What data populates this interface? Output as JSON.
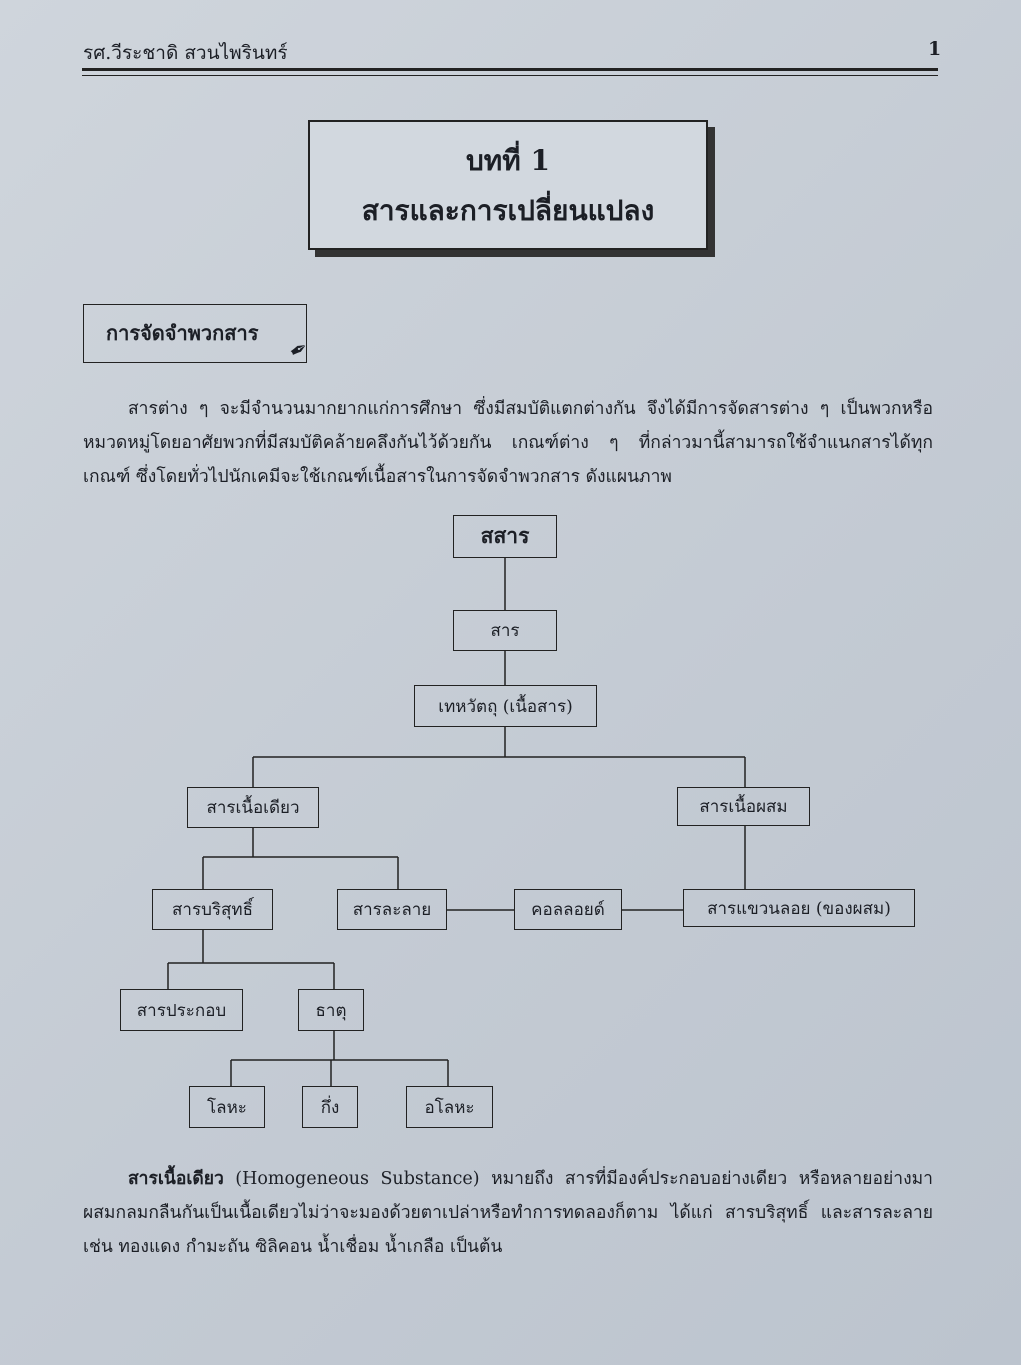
{
  "header": {
    "author": "รศ.วีระชาดิ   สวนไพรินทร์",
    "page_number": "1"
  },
  "chapter": {
    "number": "บทที่ 1",
    "title": "สารและการเปลี่ยนแปลง"
  },
  "section": {
    "title": "การจัดจำพวกสาร"
  },
  "paragraph1": "สารต่าง ๆ จะมีจำนวนมากยากแก่การศึกษา ซึ่งมีสมบัติแตกต่างกัน จึงได้มีการจัดสารต่าง ๆ เป็นพวกหรือหมวดหมู่โดยอาศัยพวกที่มีสมบัติคล้ายคลึงกันไว้ด้วยกัน เกณฑ์ต่าง ๆ ที่กล่าวมานี้สามารถใช้จำแนกสารได้ทุกเกณฑ์ ซึ่งโดยทั่วไปนักเคมีจะใช้เกณฑ์เนื้อสารในการจัดจำพวกสาร ดังแผนภาพ",
  "diagram": {
    "matter": "สสาร",
    "substance": "สาร",
    "material": "เทหวัตถุ (เนื้อสาร)",
    "homogeneous": "สารเนื้อเดียว",
    "heterogeneous": "สารเนื้อผสม",
    "pure": "สารบริสุทธิ์",
    "solution": "สารละลาย",
    "colloid": "คอลลอยด์",
    "suspension": "สารแขวนลอย (ของผสม)",
    "compound": "สารประกอบ",
    "element": "ธาตุ",
    "metal": "โลหะ",
    "metalloid": "กึ่ง",
    "nonmetal": "อโลหะ"
  },
  "paragraph2": {
    "term": "สารเนื้อเดียว",
    "text": " (Homogeneous Substance) หมายถึง สารที่มีองค์ประกอบอย่างเดียว หรือหลายอย่างมาผสมกลมกลืนกันเป็นเนื้อเดียวไม่ว่าจะมองด้วยตาเปล่าหรือทำการทดลองก็ตาม ได้แก่ สารบริสุทธิ์ และสารละลาย เช่น ทองแดง กำมะถัน ซิลิคอน น้ำเชื่อม น้ำเกลือ เป็นต้น"
  }
}
